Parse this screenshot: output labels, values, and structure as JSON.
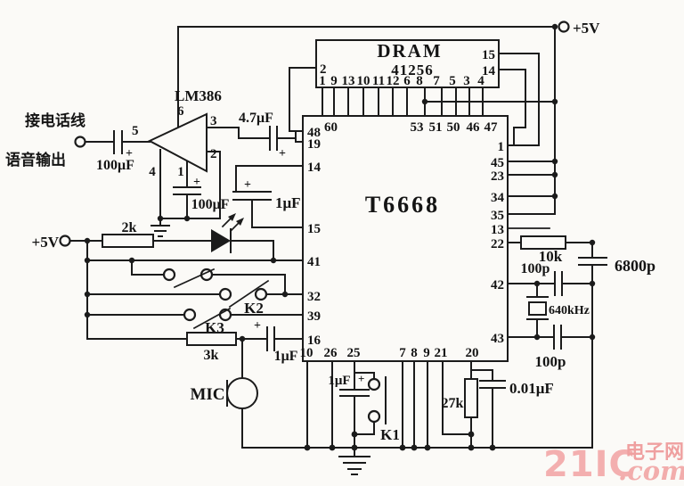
{
  "power": {
    "vcc_top": "+5V",
    "vcc_left": "+5V"
  },
  "io": {
    "phone_line": "接电话线",
    "voice_output": "语音输出"
  },
  "amplifier": {
    "name": "LM386",
    "pin_6": "6",
    "pin_5": "5",
    "pin_3": "3",
    "pin_2": "2",
    "pin_4": "4",
    "pin_1": "1"
  },
  "dram": {
    "title": "DRAM",
    "model": "41256",
    "pin_left": "2",
    "pin_right_top": "15",
    "pin_right_bottom": "14",
    "bottom_pins": [
      "1",
      "9",
      "13",
      "10",
      "11",
      "12",
      "6",
      "8",
      "7",
      "5",
      "3",
      "4"
    ]
  },
  "t6668": {
    "name": "T6668",
    "top_pins": [
      "60",
      "53",
      "51",
      "50",
      "46",
      "47"
    ],
    "left_pins": [
      "48",
      "19",
      "14",
      "15",
      "41",
      "32",
      "39",
      "16"
    ],
    "right_pins": [
      "1",
      "45",
      "23",
      "34",
      "35",
      "13",
      "22",
      "42",
      "43"
    ],
    "bottom_pins": [
      "10",
      "26",
      "25",
      "7",
      "8",
      "9",
      "21",
      "20"
    ]
  },
  "components": {
    "input_cap": "100μF",
    "output_cap": "4.7μF",
    "gain_cap": "100μF",
    "agc_cap": "1μF",
    "series_resistor": "2k",
    "mic_resistor": "3k",
    "mic_cap": "1μF",
    "mic": "MIC",
    "switch_k1": "K1",
    "switch_k2": "K2",
    "switch_k3": "K3",
    "start_cap": "1μF",
    "bias_resistor": "27k",
    "filter_cap": "0.01μF",
    "osc_resistor": "10k",
    "osc_cap": "6800p",
    "osc_cap_a": "100p",
    "crystal": "640kHz",
    "osc_cap_b": "100p",
    "plus": "+"
  },
  "watermark": {
    "brand": "21IC",
    "dot_com": ".com",
    "site_cn": "电子网"
  }
}
